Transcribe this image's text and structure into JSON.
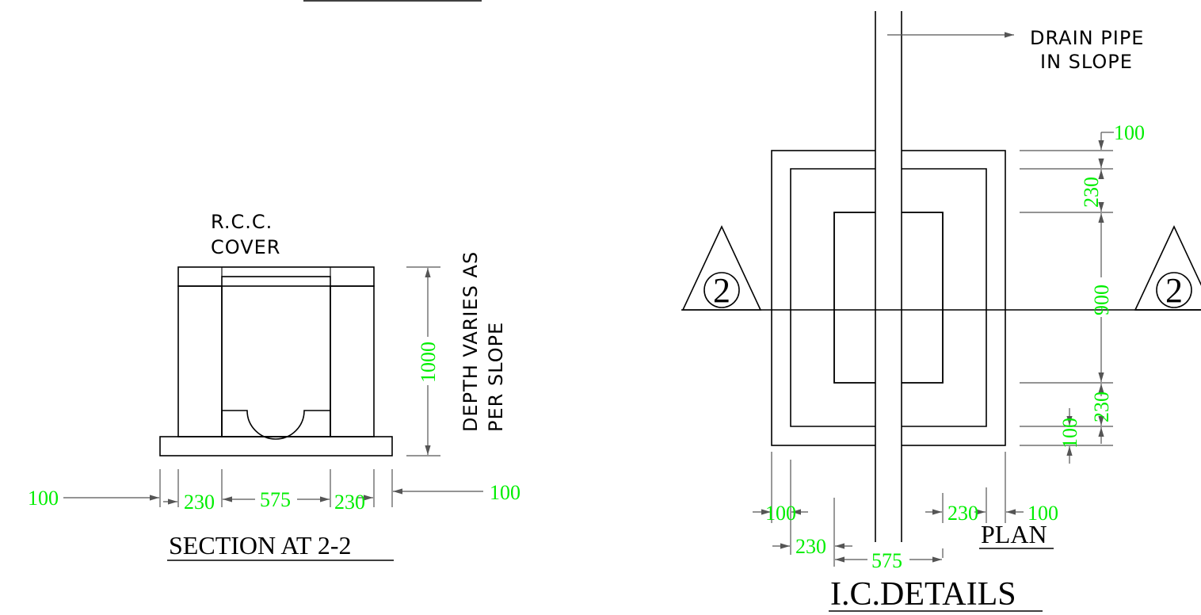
{
  "section": {
    "cover_line1": "R.C.C.",
    "cover_line2": "COVER",
    "depth_note_line1": "DEPTH VARIES AS",
    "depth_note_line2": "PER SLOPE",
    "dims": {
      "height": "1000",
      "left_outer": "100",
      "left_wall": "230",
      "inner_width": "575",
      "right_wall": "230",
      "right_outer": "100"
    },
    "title": "SECTION AT 2-2"
  },
  "plan": {
    "drain_line1": "DRAIN  PIPE",
    "drain_line2": "IN  SLOPE",
    "section_mark": "2",
    "dims": {
      "top_outer": "100",
      "top_wall": "230",
      "inner_length": "900",
      "bottom_wall": "230",
      "bottom_outer": "100",
      "left_outer": "100",
      "left_wall": "230",
      "inner_width": "575",
      "right_wall": "230",
      "right_outer": "100"
    },
    "title": "PLAN"
  },
  "main_title": "I.C.DETAILS",
  "colors": {
    "dimension_text": "#00ee00",
    "dimension_line": "#555555",
    "drawing": "#000000"
  }
}
